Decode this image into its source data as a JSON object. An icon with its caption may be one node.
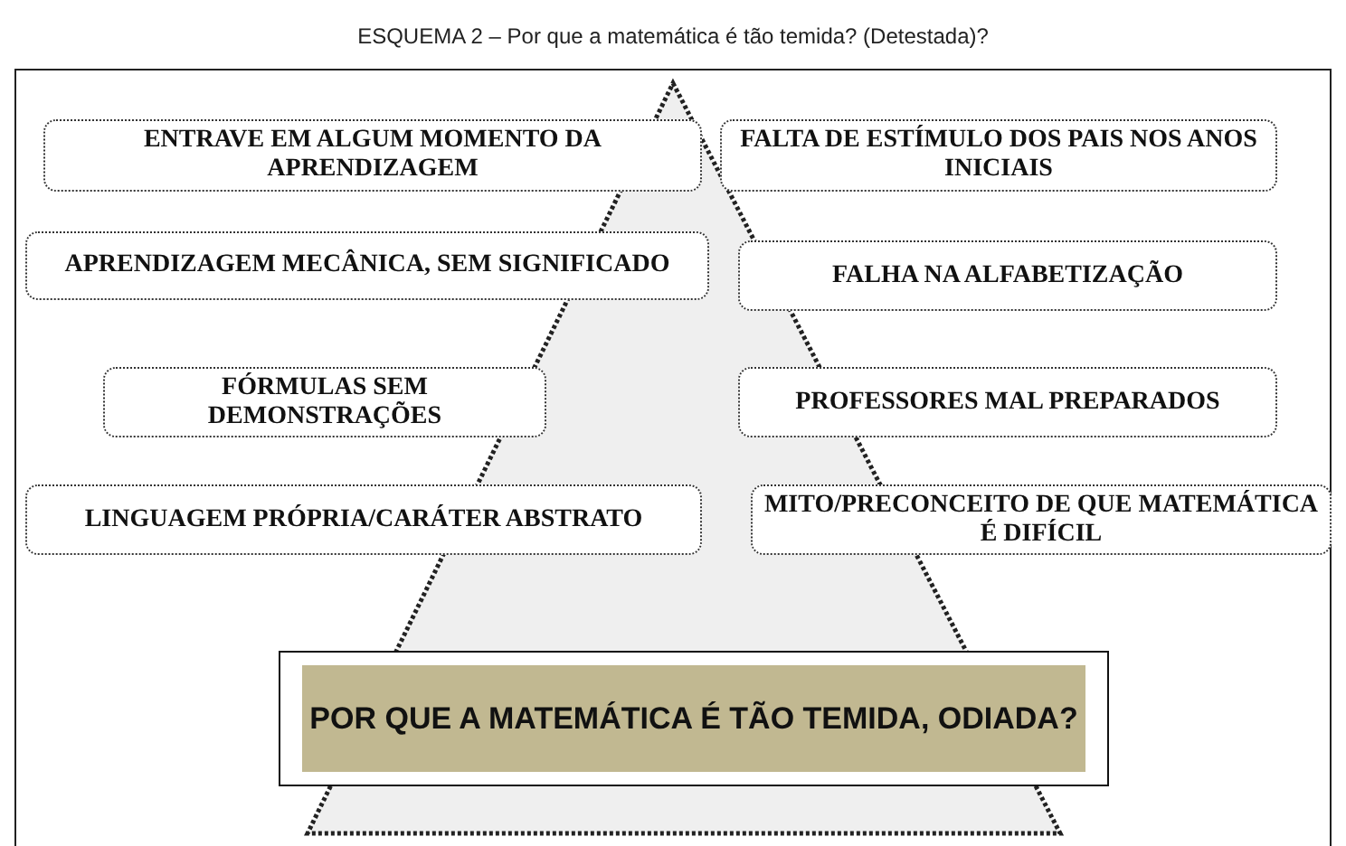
{
  "diagram": {
    "title": "ESQUEMA 2 – Por que a matemática é tão temida? (Detestada)?",
    "nodes": [
      {
        "text": [
          "ENTRAVE EM ALGUM MOMENTO DA APRENDIZAGEM"
        ]
      },
      {
        "text": [
          "FALTA DE ESTÍMULO DOS PAIS NOS ANOS INICIAIS"
        ]
      },
      {
        "text": [
          "APRENDIZAGEM MECÂNICA, SEM SIGNIFICADO"
        ]
      },
      {
        "text": [
          "FALHA NA ALFABETIZAÇÃO"
        ]
      },
      {
        "text": [
          "FÓRMULAS SEM DEMONSTRAÇÕES"
        ]
      },
      {
        "text": [
          "PROFESSORES MAL PREPARADOS"
        ]
      },
      {
        "text": [
          "LINGUAGEM PRÓPRIA/CARÁTER ABSTRATO"
        ]
      },
      {
        "text": [
          "MITO/PRECONCEITO DE QUE MATEMÁTICA É DIFÍCIL"
        ]
      },
      {
        "text": [
          "POR QUE A MATEMÁTICA É TÃO TEMIDA, ODIADA?"
        ]
      }
    ],
    "edges": []
  }
}
